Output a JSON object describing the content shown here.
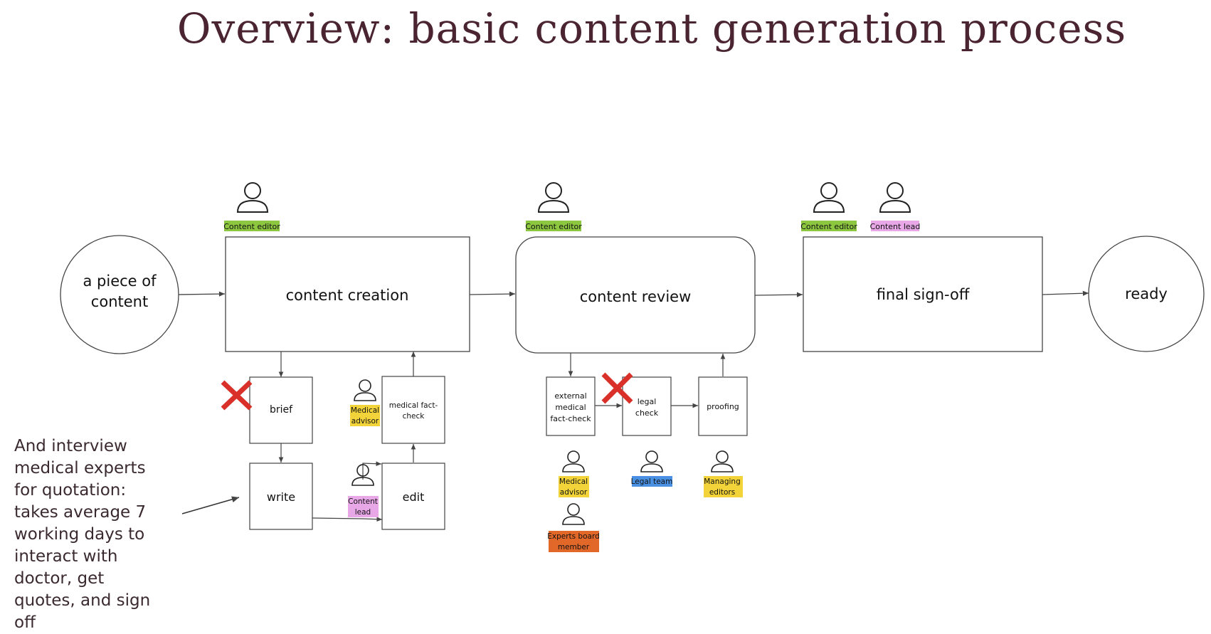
{
  "title": "Overview: basic content generation process",
  "nodes": {
    "start": "a piece of content",
    "creation": "content creation",
    "review": "content review",
    "signoff": "final sign-off",
    "ready": "ready",
    "brief": "brief",
    "write": "write",
    "edit": "edit",
    "fact_check": "medical fact-check",
    "external_fact_check": "external medical fact-check",
    "legal_check": "legal check",
    "proofing": "proofing"
  },
  "roles": {
    "creation_editor": "Content editor",
    "review_editor": "Content editor",
    "signoff_editor": "Content editor",
    "signoff_lead": "Content lead",
    "fact_check_advisor": "Medical advisor",
    "edit_lead": "Content lead",
    "external_advisor": "Medical advisor",
    "experts_board": "Experts board member",
    "legal_team": "Legal team",
    "managing_editors": "Managing editors"
  },
  "colors": {
    "green": "#8dc63f",
    "pink": "#e8a8e8",
    "yellow": "#f2d43a",
    "orange": "#e2682a",
    "blue": "#4a90e2",
    "cross": "#d9302a",
    "title": "#4a2430"
  },
  "note": "And interview medical experts for quotation: takes average 7 working days to interact with doctor, get quotes, and sign off"
}
